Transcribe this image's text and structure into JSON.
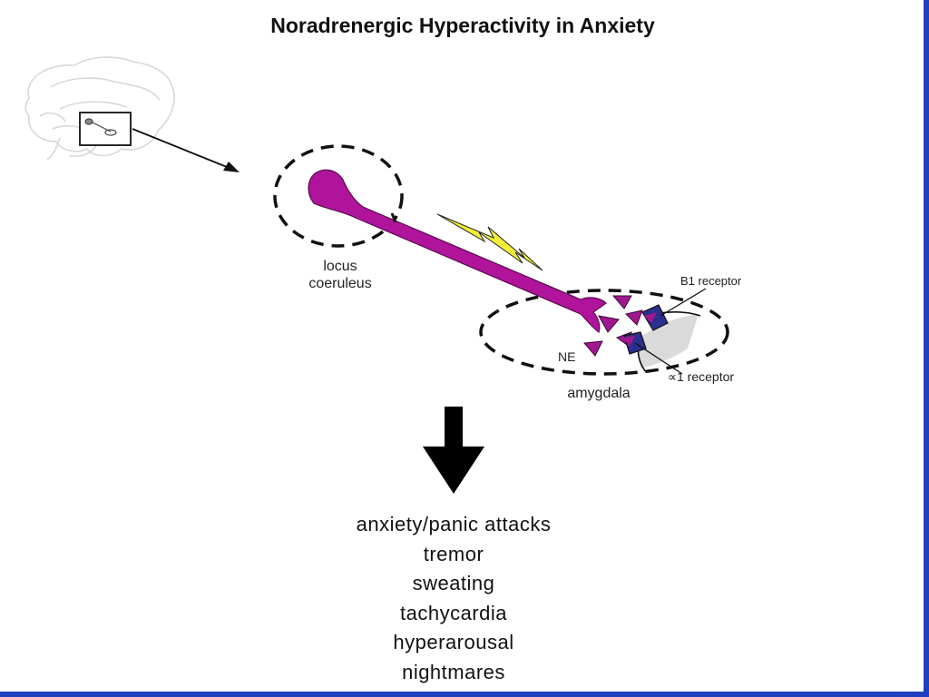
{
  "title": "Noradrenergic Hyperactivity in Anxiety",
  "labels": {
    "locus": [
      "locus",
      "coeruleus"
    ],
    "amygdala": "amygdala",
    "ne": "NE",
    "beta_receptor": "B1 receptor",
    "alpha_receptor": "∝1 receptor"
  },
  "symptoms": [
    "anxiety/panic  attacks",
    "tremor",
    "sweating",
    "tachycardia",
    "hyperarousal",
    "nightmares"
  ],
  "colors": {
    "neuron": "#b0149a",
    "ne_triangle": "#a0178f",
    "receptor": "#2b2f8f",
    "lightning": "#f2ee3a",
    "rule": "#1f3fbf"
  },
  "icons": [
    "brain-outline-icon",
    "lightning-bolt-icon",
    "down-arrow-icon"
  ]
}
